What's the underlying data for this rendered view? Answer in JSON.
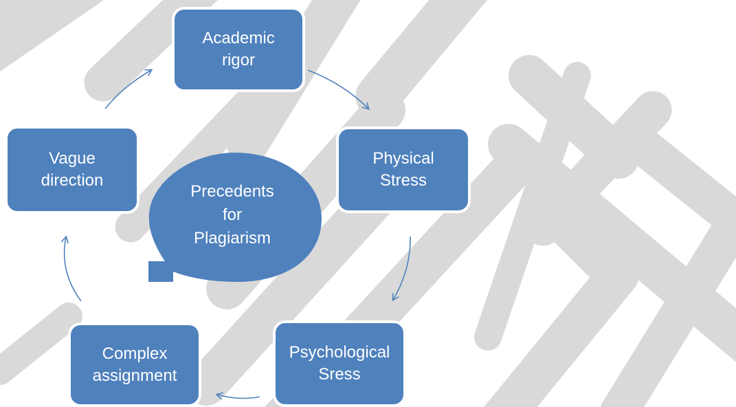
{
  "diagram": {
    "center": {
      "lines": [
        "Precedents",
        "for",
        "Plagiarism"
      ]
    },
    "nodes": {
      "academic_rigor": {
        "lines": [
          "Academic",
          "rigor"
        ]
      },
      "physical_stress": {
        "lines": [
          "Physical",
          "Stress"
        ]
      },
      "psychological_stress": {
        "lines": [
          "Psychological",
          "Sress"
        ]
      },
      "complex_assignment": {
        "lines": [
          "Complex",
          "assignment"
        ]
      },
      "vague_direction": {
        "lines": [
          "Vague",
          "direction"
        ]
      }
    },
    "colors": {
      "node_fill": "#4f81bd",
      "arrow": "#4f81bd",
      "watermark": "#d9d9d9"
    }
  }
}
